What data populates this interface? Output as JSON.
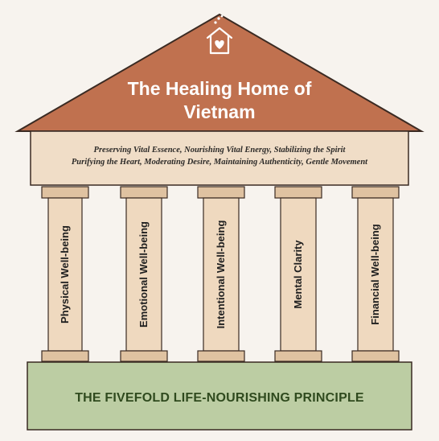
{
  "roof": {
    "title": "The Healing Home of Vietnam",
    "icon": "house-heart-icon"
  },
  "entablature": {
    "line1": "Preserving Vital Essence, Nourishing Vital Energy, Stabilizing the Spirit",
    "line2": "Purifying the Heart, Moderating Desire, Maintaining Authenticity, Gentle Movement"
  },
  "pillars": [
    {
      "label": "Physical Well-being"
    },
    {
      "label": "Emotional Well-being"
    },
    {
      "label": "Intentional Well-being"
    },
    {
      "label": "Mental Clarity"
    },
    {
      "label": "Financial Well-being"
    }
  ],
  "foundation": {
    "label": "THE FIVEFOLD LIFE-NOURISHING PRINCIPLE"
  },
  "colors": {
    "roof": "#c0714f",
    "entablature": "#f0ddc7",
    "pillar": "#efd9bf",
    "capital": "#dfc2a1",
    "foundation": "#bccda3",
    "foundation_text": "#2f4a1e"
  }
}
